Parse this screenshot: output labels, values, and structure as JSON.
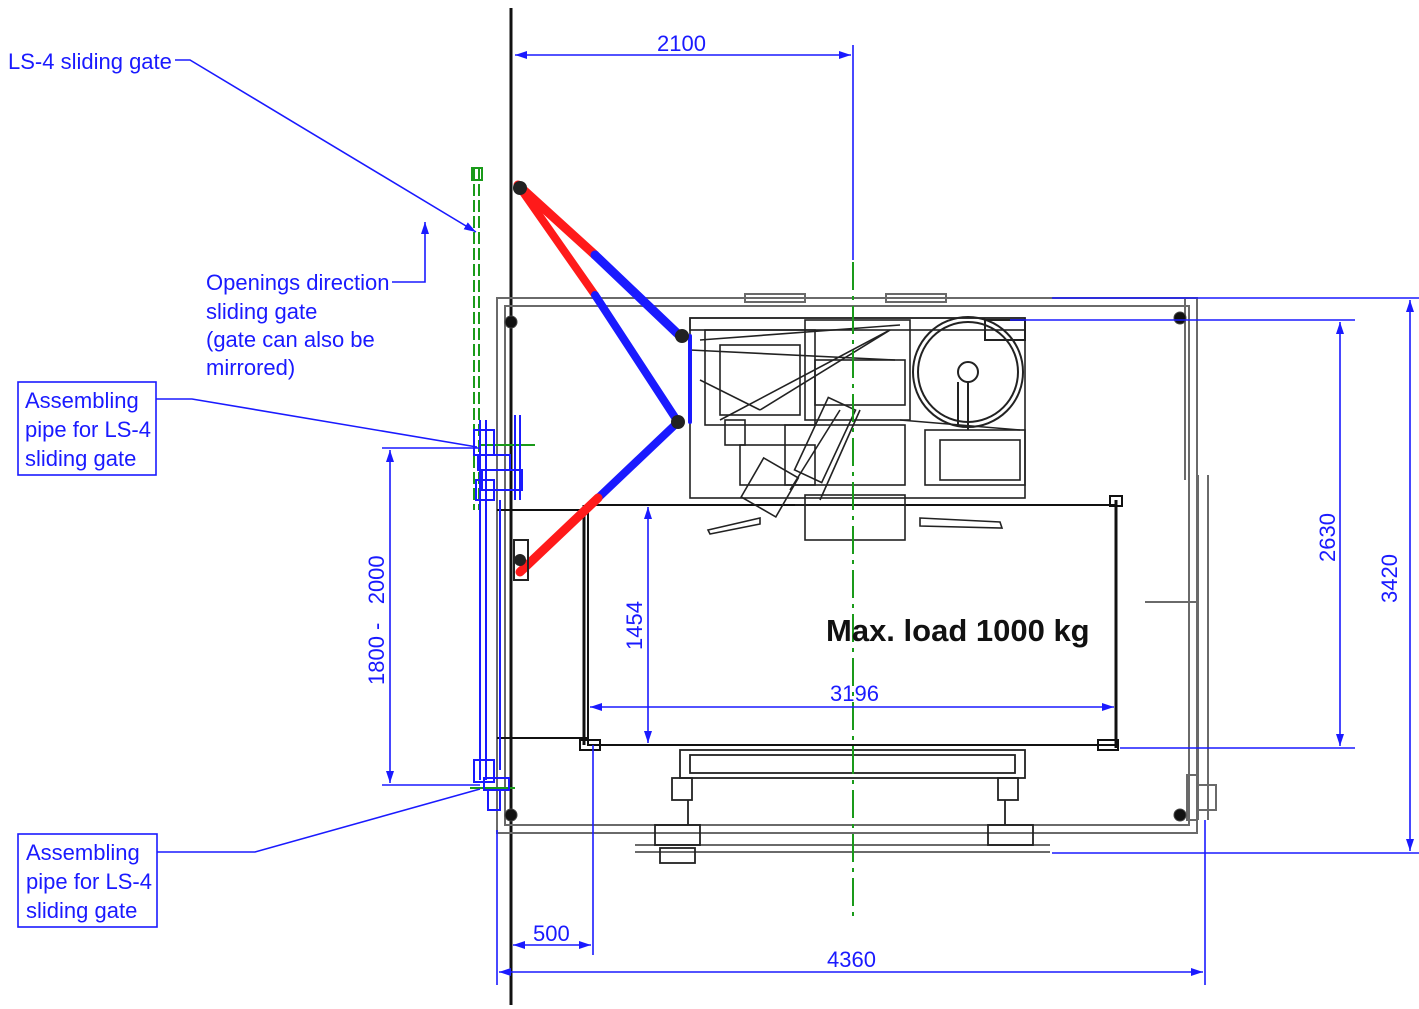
{
  "colors": {
    "blue": "#1a1aff",
    "red": "#ff1a1a",
    "green": "#1a9a1a",
    "black": "#111111",
    "grey": "#6a6a6a"
  },
  "labels": {
    "sliding_gate": "LS-4 sliding gate",
    "openings_line1": "Openings direction",
    "openings_line2": "sliding gate",
    "openings_line3": "(gate can also be",
    "openings_line4": "mirrored)",
    "pipe_top_line1": "Assembling",
    "pipe_top_line2": "pipe for LS-4",
    "pipe_top_line3": "sliding gate",
    "pipe_bottom_line1": "Assembling",
    "pipe_bottom_line2": "pipe for LS-4",
    "pipe_bottom_line3": "sliding gate",
    "max_load": "Max. load 1000 kg"
  },
  "dimensions": {
    "d_2100": "2100",
    "d_2630": "2630",
    "d_3420": "3420",
    "d_1454": "1454",
    "d_3196": "3196",
    "d_1800_2000": "1800 -   2000",
    "d_500": "500",
    "d_4360": "4360"
  }
}
